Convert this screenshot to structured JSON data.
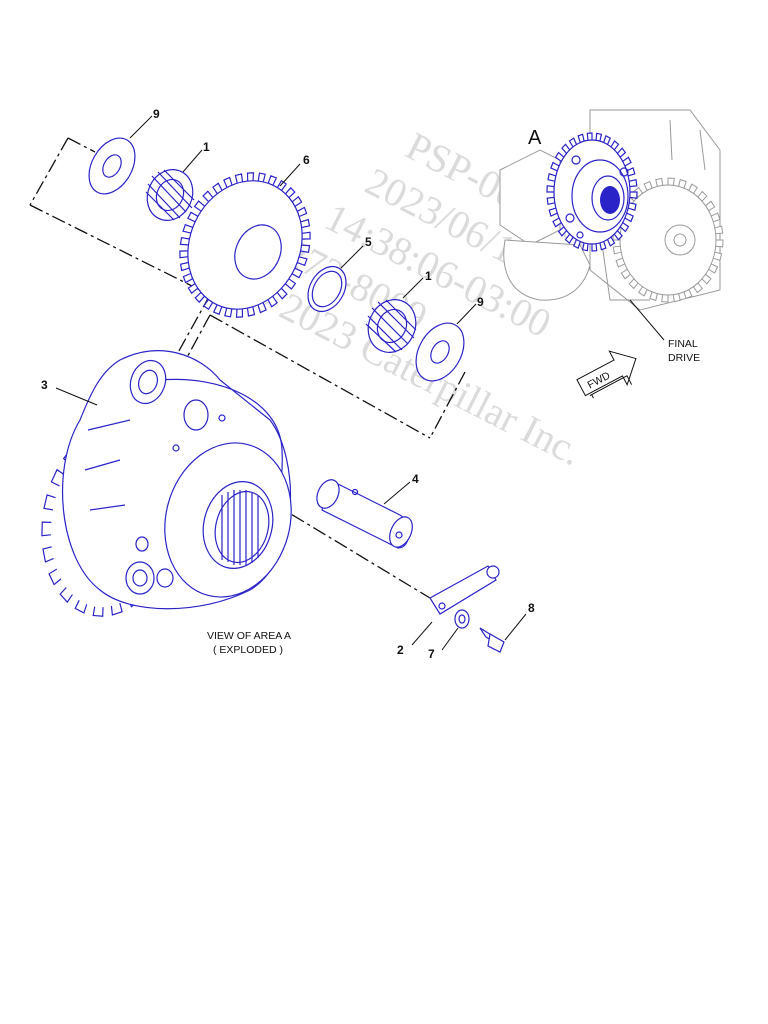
{
  "callouts": [
    {
      "id": "c9a",
      "label": "9"
    },
    {
      "id": "c1a",
      "label": "1"
    },
    {
      "id": "c6",
      "label": "6"
    },
    {
      "id": "c5",
      "label": "5"
    },
    {
      "id": "c1b",
      "label": "1"
    },
    {
      "id": "c9b",
      "label": "9"
    },
    {
      "id": "c3",
      "label": "3"
    },
    {
      "id": "c4",
      "label": "4"
    },
    {
      "id": "c2",
      "label": "2"
    },
    {
      "id": "c7",
      "label": "7"
    },
    {
      "id": "c8",
      "label": "8"
    }
  ],
  "view_label": "A",
  "final_drive_label": [
    "FINAL",
    "DRIVE"
  ],
  "fwd_label": "FWD",
  "caption": [
    "VIEW OF AREA A",
    "( EXPLODED )"
  ],
  "watermark": [
    "PSP-0005-6HA",
    "2023/06/15",
    "14:38:06-03:00",
    "272-8009",
    "© 2023 Caterpillar Inc."
  ],
  "colors": {
    "part": "#2a24c8",
    "context": "#9a9a9a",
    "watermark": "#b0b0b0"
  }
}
